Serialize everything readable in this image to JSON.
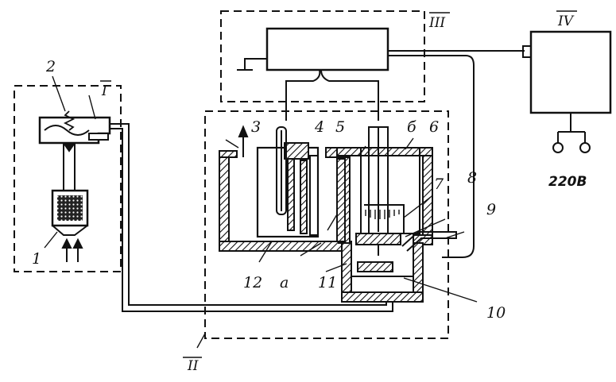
{
  "diagram": {
    "block_labels": {
      "block_1": "I",
      "block_2": "II",
      "block_3": "III",
      "block_4": "IV"
    },
    "part_labels": {
      "p1": "1",
      "p2": "2",
      "p3": "3",
      "p4": "4",
      "p5": "5",
      "p6": "6",
      "p7": "7",
      "p8": "8",
      "p9": "9",
      "p10": "10",
      "p11": "11",
      "p12": "12",
      "pa": "a",
      "pb": "б"
    },
    "supply_label": "220В"
  }
}
